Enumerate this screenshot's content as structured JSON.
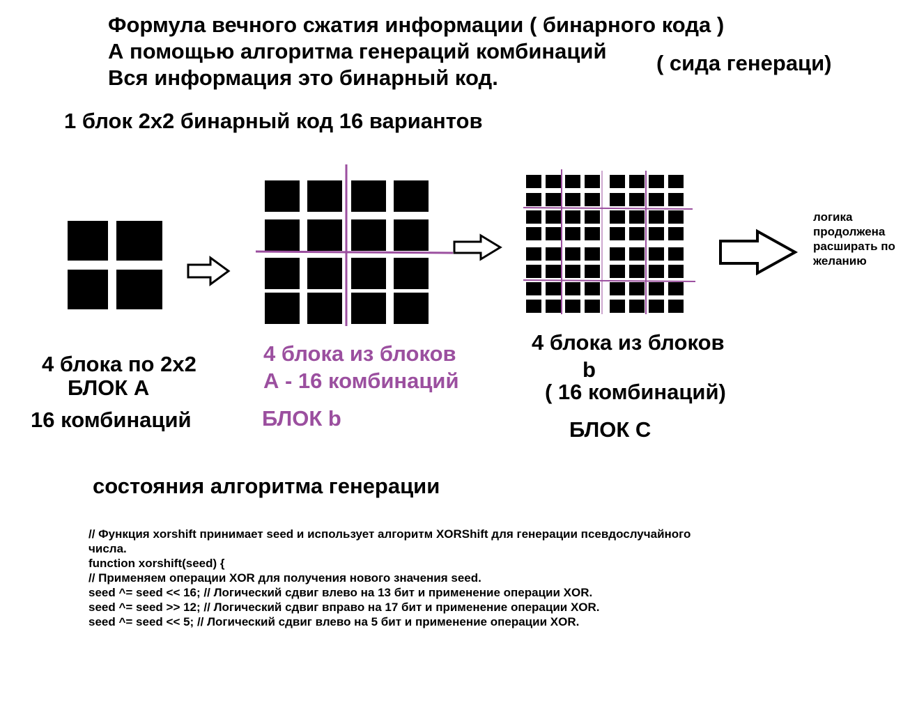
{
  "title_lines": [
    "Формула вечного сжатия информации ( бинарного кода )",
    "А помощью алгоритма генераций комбинаций",
    "Вся информация это бинарный код."
  ],
  "title_aside": "( сида генераци)",
  "subtitle": "1 блок 2х2 бинарный код 16 вариантов",
  "block_a": {
    "line1": "4 блока по 2х2",
    "line2": "БЛОК А",
    "line3": "16 комбинаций"
  },
  "block_b": {
    "line1": "4 блока из блоков",
    "line2": "А - 16 комбинаций",
    "line3": "БЛОК b"
  },
  "block_c": {
    "line1": "4 блока из блоков",
    "line2": "b",
    "line3": "( 16 комбинаций)",
    "line4": "БЛОК С"
  },
  "note_lines": [
    "логика",
    "продолжена",
    "расширать по",
    "желанию"
  ],
  "states_heading": "состояния алгоритма генерации",
  "code_lines": [
    "// Функция xorshift принимает seed и использует алгоритм XORShift для генерации псевдослучайного",
    "числа.",
    "function xorshift(seed) {",
    "// Применяем операции XOR для получения нового значения seed.",
    "seed ^= seed << 16; // Логический сдвиг влево на 13 бит и применение операции XOR.",
    "seed ^= seed >> 12; // Логический сдвиг вправо на 17 бит и применение операции XOR.",
    "seed ^= seed << 5; // Логический сдвиг влево на 5 бит и применение операции XOR."
  ],
  "colors": {
    "accent": "#9b4f9f",
    "ink": "#000000",
    "background": "#ffffff"
  },
  "icons": [
    "right-arrow-icon"
  ]
}
